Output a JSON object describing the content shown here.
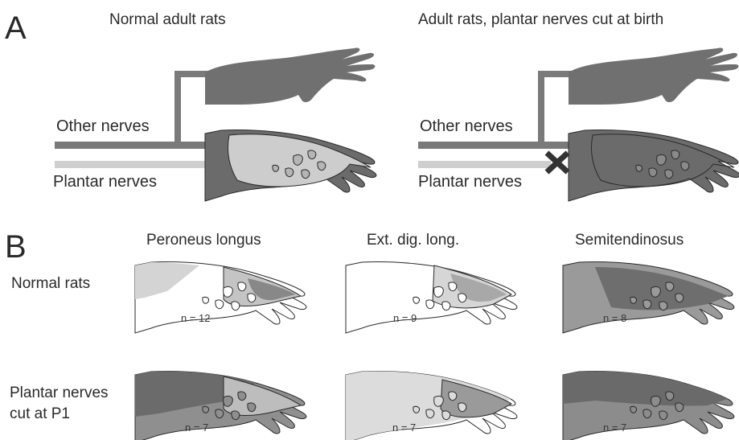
{
  "panel_a": {
    "letter": "A",
    "normal_title": "Normal adult rats",
    "cut_title": "Adult rats, plantar nerves cut at birth",
    "other_nerves": "Other nerves",
    "plantar_nerves": "Plantar nerves"
  },
  "panel_b": {
    "letter": "B",
    "columns": [
      "Peroneus longus",
      "Ext. dig. long.",
      "Semitendinosus"
    ],
    "rows": [
      "Normal rats",
      "Plantar nerves",
      "cut at P1"
    ],
    "counts": {
      "normal": [
        "n = 12",
        "n = 9",
        "n = 8"
      ],
      "cut": [
        "n = 7",
        "n = 7",
        "n = 7"
      ]
    }
  },
  "colors": {
    "dark_gray": "#6b6b6b",
    "mid_gray": "#8f8f8f",
    "light_gray": "#c9c9c9",
    "very_light_gray": "#dedede",
    "outline": "#2a2a2a"
  }
}
